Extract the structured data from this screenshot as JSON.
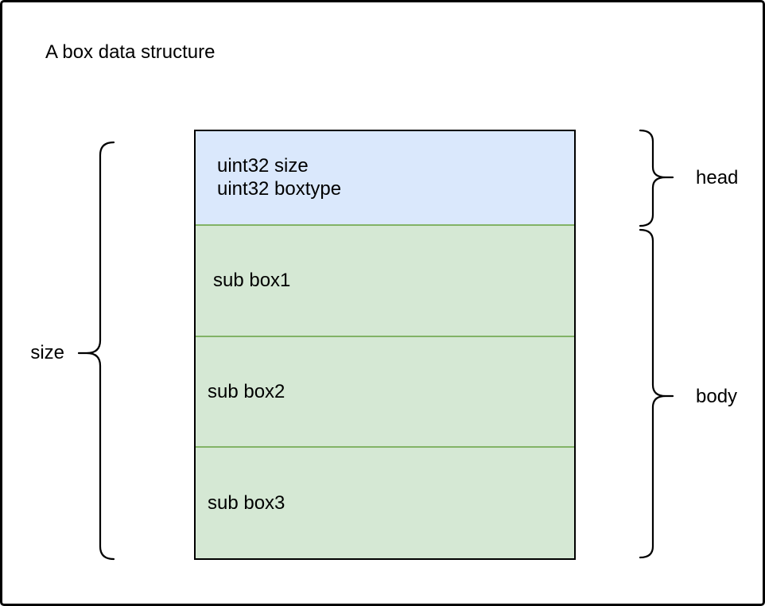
{
  "title": "A box data structure",
  "box": {
    "head": {
      "lines": [
        "uint32 size",
        "uint32 boxtype"
      ]
    },
    "body": {
      "sub_boxes": [
        "sub box1",
        "sub box2",
        "sub box3"
      ]
    }
  },
  "annotations": {
    "size_label": "size",
    "head_label": "head",
    "body_label": "body"
  },
  "colors": {
    "head_fill": "#dae8fc",
    "body_fill": "#d5e8d4",
    "body_divider": "#82b366",
    "outline": "#000000"
  }
}
